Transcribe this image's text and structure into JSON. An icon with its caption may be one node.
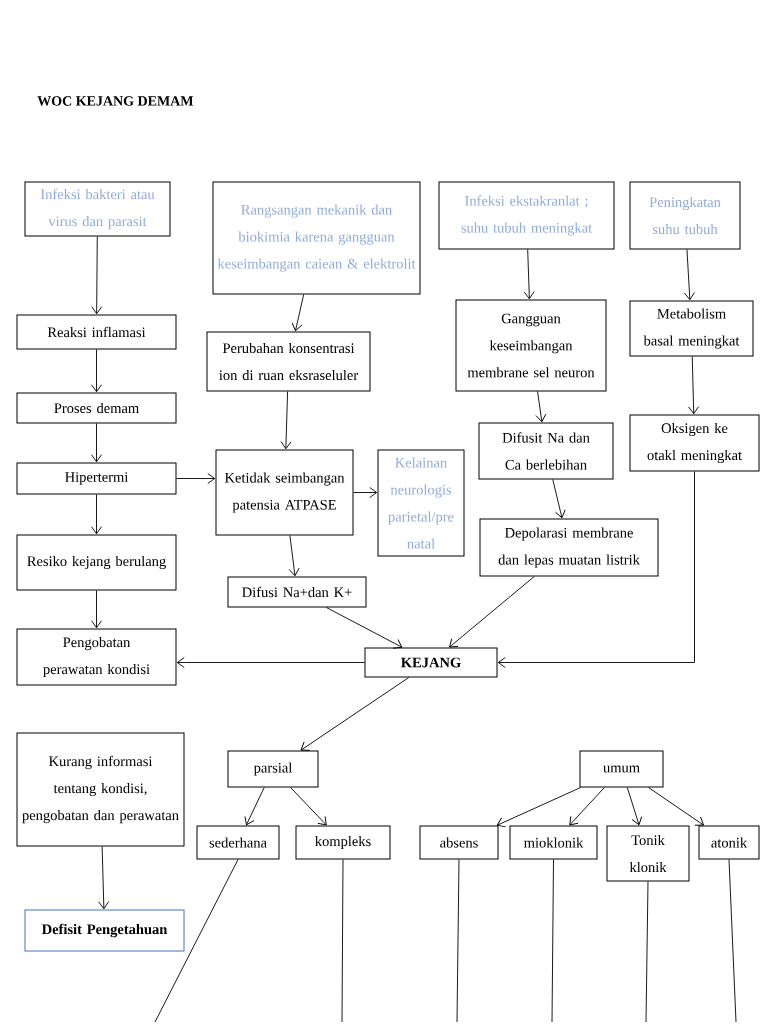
{
  "diagram": {
    "title": "WOC KEJANG DEMAM",
    "nodes": [
      {
        "text": [
          "Infeksi bakteri atau virus dan parasit"
        ]
      },
      {
        "text": [
          "Rangsangan mekanik dan biokimia karena gangguan keseimbangan caiean & elektrolit"
        ]
      },
      {
        "text": [
          "Infeksi ekstakranlat ; suhu tubuh meningkat"
        ]
      },
      {
        "text": [
          "Peningkatan suhu tubuh"
        ]
      },
      {
        "text": [
          "Reaksi inflamasi"
        ]
      },
      {
        "text": [
          "Perubahan konsentrasi ion di ruan eksraseluler"
        ]
      },
      {
        "text": [
          "Gangguan keseimbangan membrane sel neuron"
        ]
      },
      {
        "text": [
          "Metabolism basal  meningkat"
        ]
      },
      {
        "text": [
          "Proses demam"
        ]
      },
      {
        "text": [
          "Hipertermi"
        ]
      },
      {
        "text": [
          "Ketidak seimbangan patensia ATPASE"
        ]
      },
      {
        "text": [
          "Kelainan neurologis parietal/pre natal"
        ]
      },
      {
        "text": [
          "Difusit Na dan Ca berlebihan"
        ]
      },
      {
        "text": [
          "Oksigen ke otakl meningkat"
        ]
      },
      {
        "text": [
          "Resiko kejang berulang"
        ]
      },
      {
        "text": [
          "Depolarasi membrane dan lepas muatan listrik"
        ]
      },
      {
        "text": [
          "Difusi Na+dan K+"
        ]
      },
      {
        "text": [
          "Pengobatan  perawatan kondisi"
        ]
      },
      {
        "text": [
          "KEJANG"
        ]
      },
      {
        "text": [
          "Kurang informasi tentang kondisi, pengobatan dan perawatan"
        ]
      },
      {
        "text": [
          "parsial"
        ]
      },
      {
        "text": [
          "umum"
        ]
      },
      {
        "text": [
          "sederhana"
        ]
      },
      {
        "text": [
          "kompleks"
        ]
      },
      {
        "text": [
          "absens"
        ]
      },
      {
        "text": [
          "mioklonik"
        ]
      },
      {
        "text": [
          "Tonik klonik"
        ]
      },
      {
        "text": [
          "atonik"
        ]
      },
      {
        "text": [
          "Defisit Pengetahuan"
        ]
      }
    ],
    "edges": [
      {
        "from": 0,
        "to": 4,
        "arrow": "to"
      },
      {
        "from": 4,
        "to": 8,
        "arrow": "to"
      },
      {
        "from": 8,
        "to": 9,
        "arrow": "to"
      },
      {
        "from": 9,
        "to": 14,
        "arrow": "to"
      },
      {
        "from": 14,
        "to": 17,
        "arrow": "to"
      },
      {
        "from": 1,
        "to": 5,
        "arrow": "to"
      },
      {
        "from": 5,
        "to": 10,
        "arrow": "to"
      },
      {
        "from": 9,
        "to": 10,
        "arrow": "to"
      },
      {
        "from": 10,
        "to": 11,
        "arrow": "to"
      },
      {
        "from": 10,
        "to": 16,
        "arrow": "to"
      },
      {
        "from": 16,
        "to": 18,
        "arrow": "to"
      },
      {
        "from": 2,
        "to": 6,
        "arrow": "to"
      },
      {
        "from": 6,
        "to": 12,
        "arrow": "to"
      },
      {
        "from": 12,
        "to": 15,
        "arrow": "to"
      },
      {
        "from": 15,
        "to": 18,
        "arrow": "to"
      },
      {
        "from": 3,
        "to": 7,
        "arrow": "to"
      },
      {
        "from": 7,
        "to": 13,
        "arrow": "to"
      },
      {
        "from": 13,
        "to": 18,
        "arrow": "to"
      },
      {
        "from": 18,
        "to": 17,
        "arrow": "to"
      },
      {
        "from": 18,
        "to": 20,
        "arrow": "to"
      },
      {
        "from": 19,
        "to": 28,
        "arrow": "to"
      },
      {
        "from": 20,
        "to": 22,
        "arrow": "to"
      },
      {
        "from": 20,
        "to": 23,
        "arrow": "to"
      },
      {
        "from": 21,
        "to": 24,
        "arrow": "to"
      },
      {
        "from": 21,
        "to": 25,
        "arrow": "to"
      },
      {
        "from": 21,
        "to": 26,
        "arrow": "to"
      },
      {
        "from": 21,
        "to": 27,
        "arrow": "to"
      },
      {
        "from": 22,
        "to": null,
        "arrow": "none"
      },
      {
        "from": 23,
        "to": null,
        "arrow": "none"
      },
      {
        "from": 24,
        "to": null,
        "arrow": "none"
      },
      {
        "from": 25,
        "to": null,
        "arrow": "none"
      },
      {
        "from": 26,
        "to": null,
        "arrow": "none"
      },
      {
        "from": 27,
        "to": null,
        "arrow": "none"
      }
    ]
  }
}
